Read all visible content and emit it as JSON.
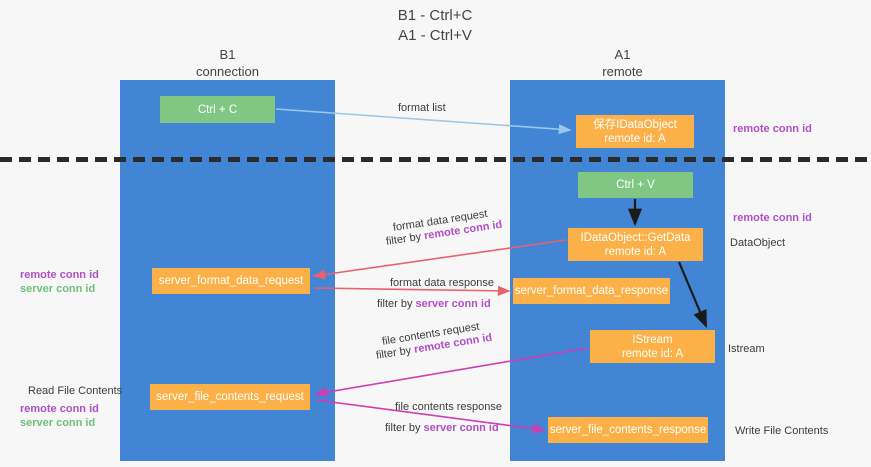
{
  "diagram": {
    "main_title": "B1 - Ctrl+C\nA1 - Ctrl+V",
    "colors": {
      "lane": "#4285d4",
      "green_node": "#81c784",
      "orange_node": "#fbb147",
      "purple_text": "#b14fc5",
      "green_text": "#6ec07a",
      "red_arrow": "#e8616d",
      "magenta_arrow": "#cc3fb0",
      "blue_arrow": "#9bc7e8",
      "black_arrow": "#1a1a1a",
      "divider": "#2b2b2b",
      "background": "#f7f7f7"
    },
    "lanes": [
      {
        "id": "b1",
        "title": "B1\nconnection"
      },
      {
        "id": "a1",
        "title": "A1\nremote"
      }
    ],
    "nodes": [
      {
        "id": "ctrl-c",
        "label": "Ctrl + C",
        "style": "green"
      },
      {
        "id": "dataobject",
        "label": "保存IDataObject\nremote id: A",
        "style": "orange"
      },
      {
        "id": "ctrl-v",
        "label": "Ctrl + V",
        "style": "green"
      },
      {
        "id": "getdata",
        "label": "IDataObject::GetData\nremote id: A",
        "style": "orange"
      },
      {
        "id": "format-request",
        "label": "server_format_data_request",
        "style": "orange"
      },
      {
        "id": "format-response",
        "label": "server_format_data_response",
        "style": "orange"
      },
      {
        "id": "istream",
        "label": "IStream\nremote id: A",
        "style": "orange"
      },
      {
        "id": "file-request",
        "label": "server_file_contents_request",
        "style": "orange"
      },
      {
        "id": "file-response",
        "label": "server_file_contents_response",
        "style": "orange"
      }
    ],
    "edge_labels": {
      "format_list": "format list",
      "format_data_request": "format data request",
      "format_data_request_filter_prefix": "filter by ",
      "format_data_request_filter_value": "remote conn id",
      "format_data_response": "format data response",
      "format_data_response_filter_prefix": "filter by ",
      "format_data_response_filter_value": "server conn id",
      "file_contents_request": "file contents request",
      "file_contents_request_filter_prefix": "filter by ",
      "file_contents_request_filter_value": "remote conn id",
      "file_contents_response": "file contents response",
      "file_contents_response_filter_prefix": "filter by ",
      "file_contents_response_filter_value": "server conn id"
    },
    "side_labels": {
      "right_remote_conn_id_top": "remote conn id",
      "right_remote_conn_id_mid": "remote conn id",
      "right_dataobject": "DataObject",
      "right_istream": "Istream",
      "right_write_file_contents": "Write File Contents",
      "left_remote_conn_id_mid": "remote conn id",
      "left_server_conn_id_mid": "server conn id",
      "left_read_file_contents": "Read File Contents",
      "left_remote_conn_id_bottom": "remote conn id",
      "left_server_conn_id_bottom": "server conn id"
    }
  }
}
